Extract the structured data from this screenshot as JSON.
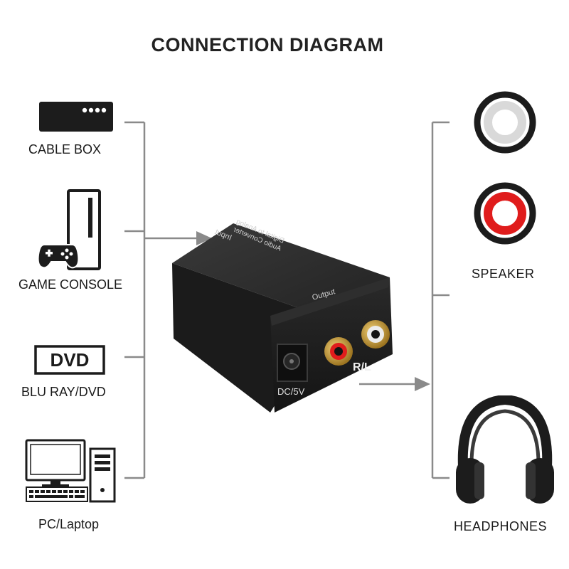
{
  "title": "CONNECTION DIAGRAM",
  "sources": [
    {
      "label": "CABLE BOX",
      "icon": "cable-box-icon"
    },
    {
      "label": "GAME CONSOLE",
      "icon": "game-console-icon"
    },
    {
      "label": "BLU RAY/DVD",
      "icon": "dvd-player-icon"
    },
    {
      "label": "PC/Laptop",
      "icon": "pc-icon"
    }
  ],
  "dvd_badge": "DVD",
  "converter": {
    "top_text_line1": "Digital to Analog",
    "top_text_line2": "Audio Converter",
    "input_label": "Input",
    "output_label": "Output",
    "rl_label": "R/L",
    "dc_label": "DC/5V"
  },
  "outputs": [
    {
      "label": "SPEAKER",
      "icon": "speaker-icon"
    },
    {
      "label": "HEADPHONES",
      "icon": "headphones-icon"
    }
  ],
  "colors": {
    "line": "#8a8a8a",
    "box": "#1f1f1f",
    "jack_gold": "#c9a23a",
    "red": "#e01c1c",
    "white_ring": "#e6e6e6"
  }
}
